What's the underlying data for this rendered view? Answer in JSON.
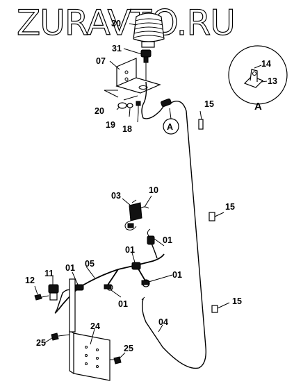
{
  "watermark": "ZURAVTO.RU",
  "detail_view": {
    "label": "A",
    "parts": [
      "14",
      "13"
    ]
  },
  "connector_ref": "A",
  "callouts": {
    "c30": "30",
    "c31": "31",
    "c07": "07",
    "c20": "20",
    "c19": "19",
    "c18": "18",
    "c15a": "15",
    "c15b": "15",
    "c15c": "15",
    "c03": "03",
    "c10": "10",
    "c01a": "01",
    "c01b": "01",
    "c01c": "01",
    "c01d": "01",
    "c01e": "01",
    "c05": "05",
    "c11": "11",
    "c12": "12",
    "c04": "04",
    "c24": "24",
    "c25a": "25",
    "c25b": "25"
  }
}
